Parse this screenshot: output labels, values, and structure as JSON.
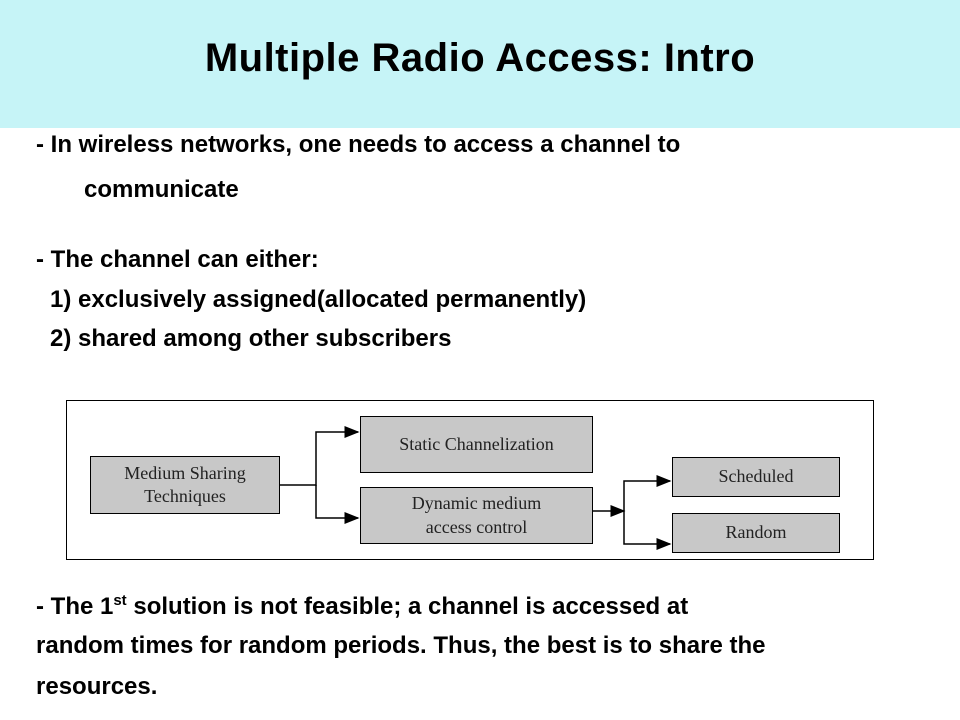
{
  "slide": {
    "title": "Multiple Radio Access: Intro",
    "bullets": [
      "- In wireless networks, one needs to access a channel to",
      "communicate",
      "- The channel can either:",
      "1) exclusively assigned(allocated permanently)",
      "2) shared among other subscribers"
    ],
    "footer": {
      "prefix": "- The 1",
      "sup": "st",
      "rest": " solution is not feasible; a channel is accessed at",
      "line2": "random times for random periods.  Thus, the best is to share the",
      "line3": "resources."
    }
  },
  "diagram": {
    "root": "Medium Sharing Techniques",
    "static": "Static Channelization",
    "dynamic": "Dynamic medium access control",
    "scheduled": "Scheduled",
    "random": "Random"
  }
}
